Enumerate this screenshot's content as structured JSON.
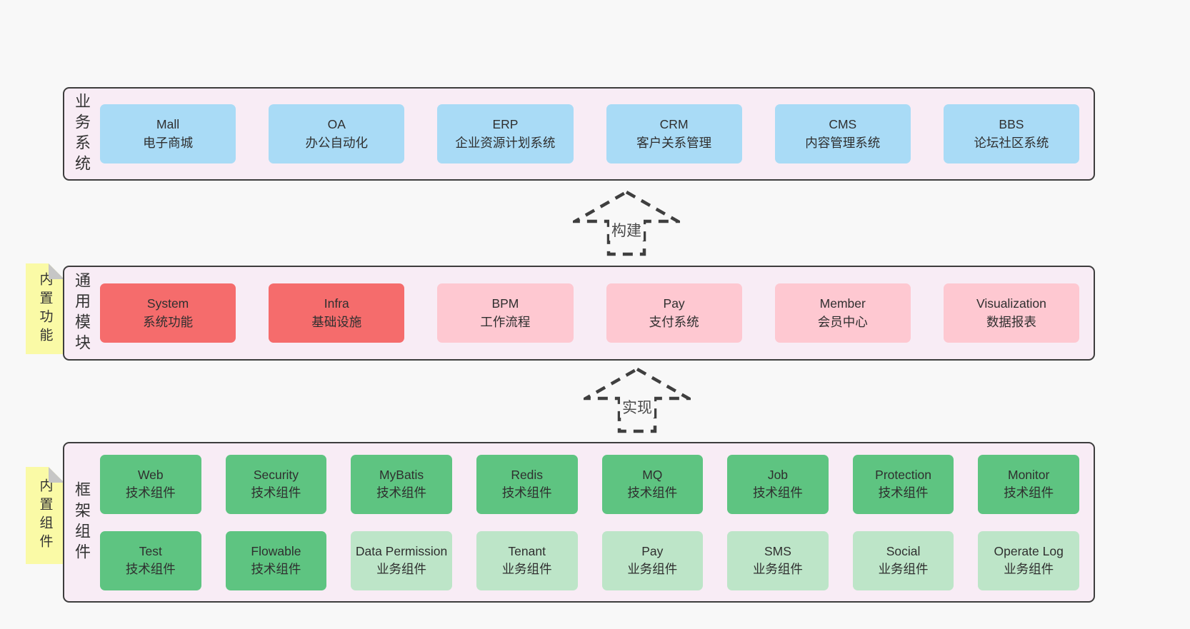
{
  "colors": {
    "page_bg": "#f8f8f8",
    "container_bg": "#f8ecf5",
    "container_border": "#3d3d3d",
    "blue_box": "#a9dbf6",
    "red_box": "#f56c6c",
    "pink_box": "#fec8d1",
    "green_box": "#5ec481",
    "light_green_box": "#bde5c8",
    "tag_bg": "#fafaa6",
    "tag_fold": "#c6c6c6",
    "box_text": "#2f2f2f"
  },
  "arrows": [
    {
      "label": "构建"
    },
    {
      "label": "实现"
    }
  ],
  "tiers": {
    "business": {
      "label": "业务系统",
      "boxes": [
        {
          "en": "Mall",
          "zh": "电子商城",
          "variant": "blue"
        },
        {
          "en": "OA",
          "zh": "办公自动化",
          "variant": "blue"
        },
        {
          "en": "ERP",
          "zh": "企业资源计划系统",
          "variant": "blue"
        },
        {
          "en": "CRM",
          "zh": "客户关系管理",
          "variant": "blue"
        },
        {
          "en": "CMS",
          "zh": "内容管理系统",
          "variant": "blue"
        },
        {
          "en": "BBS",
          "zh": "论坛社区系统",
          "variant": "blue"
        }
      ]
    },
    "modules": {
      "label": "通用模块",
      "tag": "内置功能",
      "boxes": [
        {
          "en": "System",
          "zh": "系统功能",
          "variant": "red"
        },
        {
          "en": "Infra",
          "zh": "基础设施",
          "variant": "red"
        },
        {
          "en": "BPM",
          "zh": "工作流程",
          "variant": "pink"
        },
        {
          "en": "Pay",
          "zh": "支付系统",
          "variant": "pink"
        },
        {
          "en": "Member",
          "zh": "会员中心",
          "variant": "pink"
        },
        {
          "en": "Visualization",
          "zh": "数据报表",
          "variant": "pink"
        }
      ]
    },
    "framework": {
      "label": "框架组件",
      "tag": "内置组件",
      "row1": [
        {
          "en": "Web",
          "zh": "技术组件",
          "variant": "green"
        },
        {
          "en": "Security",
          "zh": "技术组件",
          "variant": "green"
        },
        {
          "en": "MyBatis",
          "zh": "技术组件",
          "variant": "green"
        },
        {
          "en": "Redis",
          "zh": "技术组件",
          "variant": "green"
        },
        {
          "en": "MQ",
          "zh": "技术组件",
          "variant": "green"
        },
        {
          "en": "Job",
          "zh": "技术组件",
          "variant": "green"
        },
        {
          "en": "Protection",
          "zh": "技术组件",
          "variant": "green"
        },
        {
          "en": "Monitor",
          "zh": "技术组件",
          "variant": "green"
        }
      ],
      "row2": [
        {
          "en": "Test",
          "zh": "技术组件",
          "variant": "green"
        },
        {
          "en": "Flowable",
          "zh": "技术组件",
          "variant": "green"
        },
        {
          "en": "Data Permission",
          "zh": "业务组件",
          "variant": "lightgreen"
        },
        {
          "en": "Tenant",
          "zh": "业务组件",
          "variant": "lightgreen"
        },
        {
          "en": "Pay",
          "zh": "业务组件",
          "variant": "lightgreen"
        },
        {
          "en": "SMS",
          "zh": "业务组件",
          "variant": "lightgreen"
        },
        {
          "en": "Social",
          "zh": "业务组件",
          "variant": "lightgreen"
        },
        {
          "en": "Operate Log",
          "zh": "业务组件",
          "variant": "lightgreen"
        }
      ]
    }
  }
}
